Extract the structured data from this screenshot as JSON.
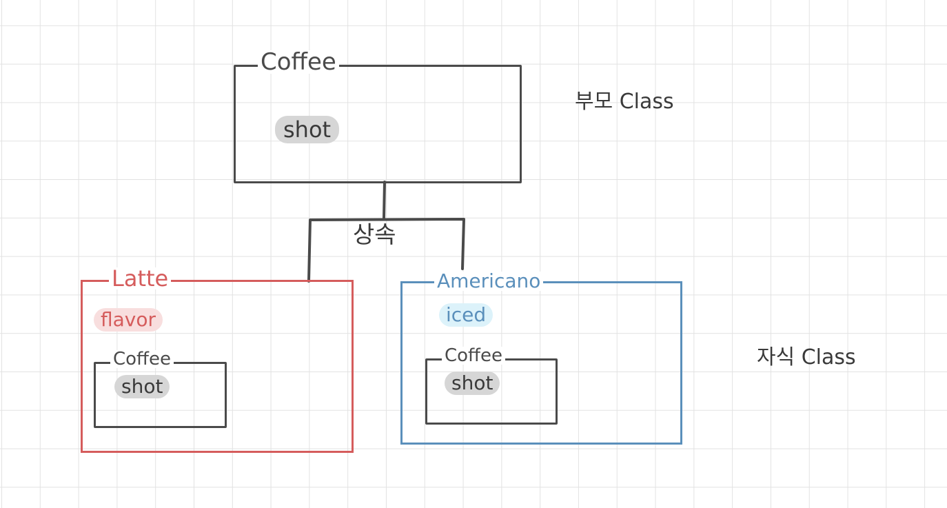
{
  "parent": {
    "class_name": "Coffee",
    "field": "shot",
    "note": "부모 Class"
  },
  "relation_label": "상속",
  "children": [
    {
      "class_name": "Latte",
      "field": "flavor",
      "embedded": {
        "class_name": "Coffee",
        "field": "shot"
      }
    },
    {
      "class_name": "Americano",
      "field": "iced",
      "embedded": {
        "class_name": "Coffee",
        "field": "shot"
      }
    }
  ],
  "children_note": "자식 Class",
  "colors": {
    "dark": "#4a4a4a",
    "latte": "#d55c5c",
    "americano": "#5a8fbb",
    "shot_pill": "#d6d6d6",
    "flavor_pill": "#f8dede",
    "iced_pill": "#dcf2fa"
  }
}
